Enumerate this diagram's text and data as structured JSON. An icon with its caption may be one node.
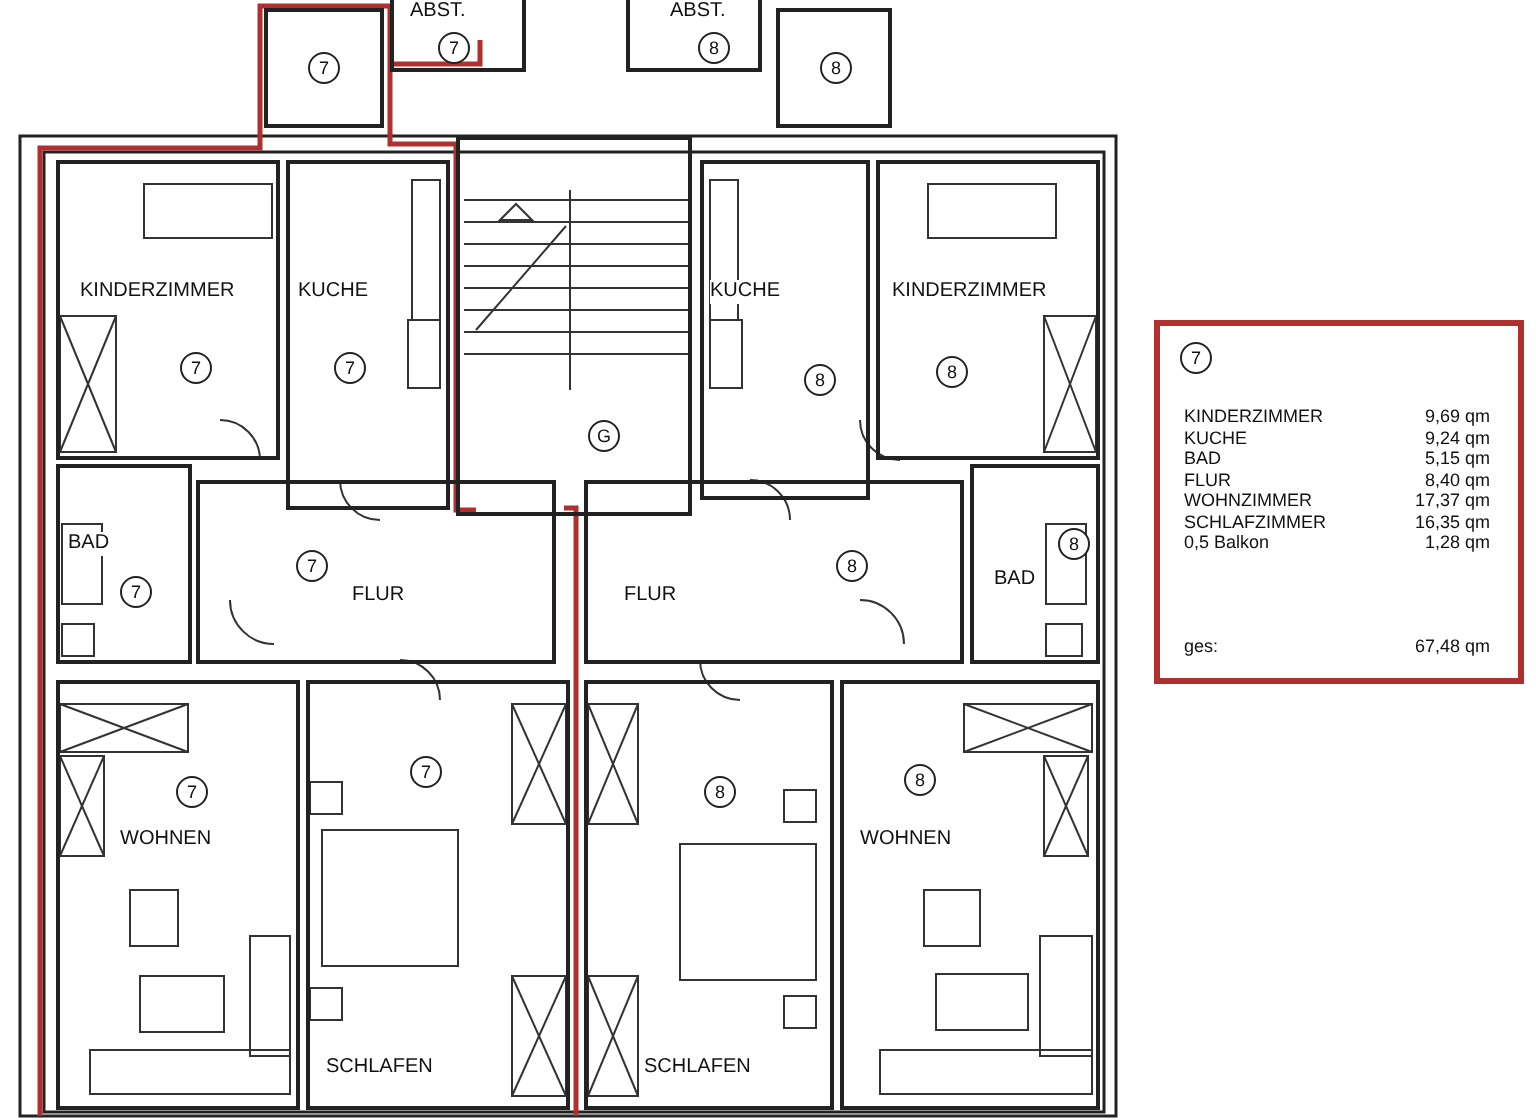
{
  "diagram": {
    "nodes": [
      {
        "text": [
          "ABST.",
          "7"
        ]
      },
      {
        "text": [
          "ABST.",
          "8"
        ]
      },
      {
        "text": [
          "7"
        ]
      },
      {
        "text": [
          "8"
        ]
      },
      {
        "text": [
          "KINDERZIMMER",
          "7"
        ]
      },
      {
        "text": [
          "KUCHE",
          "7"
        ]
      },
      {
        "text": [
          "G"
        ]
      },
      {
        "text": [
          "KUCHE",
          "8"
        ]
      },
      {
        "text": [
          "KINDERZIMMER",
          "8"
        ]
      },
      {
        "text": [
          "BAD",
          "7"
        ]
      },
      {
        "text": [
          "7",
          "FLUR"
        ]
      },
      {
        "text": [
          "FLUR",
          "8"
        ]
      },
      {
        "text": [
          "8",
          "BAD"
        ]
      },
      {
        "text": [
          "7",
          "WOHNEN"
        ]
      },
      {
        "text": [
          "7",
          "SCHLAFEN"
        ]
      },
      {
        "text": [
          "8",
          "SCHLAFEN"
        ]
      },
      {
        "text": [
          "8",
          "WOHNEN"
        ]
      },
      {
        "text": [
          "7",
          "KINDERZIMMER",
          "9,69 qm",
          "KUCHE",
          "9,24 qm",
          "BAD",
          "5,15 qm",
          "FLUR",
          "8,40 qm",
          "WOHNZIMMER",
          "17,37 qm",
          "SCHLAFZIMMER",
          "16,35 qm",
          "0,5 Balkon",
          "1,28 qm",
          "ges:",
          "67,48 qm"
        ]
      }
    ],
    "edges": []
  }
}
